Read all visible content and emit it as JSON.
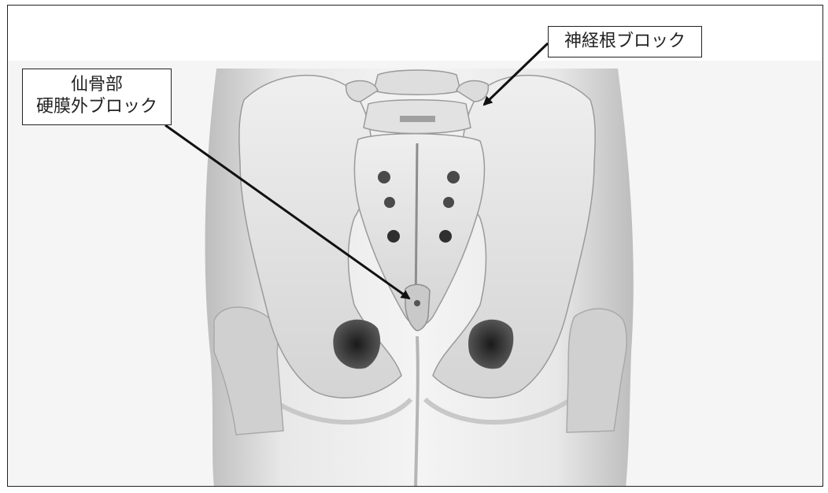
{
  "labels": {
    "sacral_epidural_block": {
      "line1": "仙骨部",
      "line2": "硬膜外ブロック"
    },
    "nerve_root_block": "神経根ブロック"
  },
  "colors": {
    "frame_border": "#222222",
    "bone": "#e4e4e4",
    "bone_shadow": "#b8b8b8",
    "body_skin": "#dcdcdc",
    "background": "#f3f3f3",
    "arrow": "#111111"
  }
}
